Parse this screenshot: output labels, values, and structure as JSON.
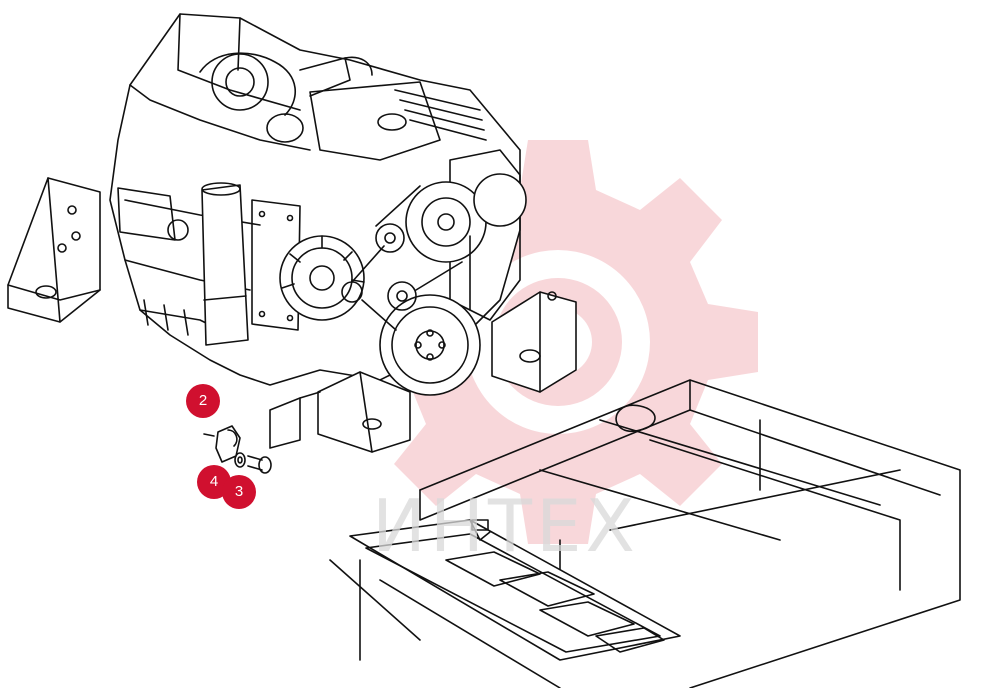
{
  "watermark": {
    "text": "ИНТЕХ",
    "color": "#f08c94"
  },
  "callouts": [
    {
      "label": "2"
    },
    {
      "label": "4"
    },
    {
      "label": "3"
    }
  ],
  "colors": {
    "line": "#111111",
    "callout": "#d0102f",
    "watermark_gear": "#f3b7bc"
  }
}
